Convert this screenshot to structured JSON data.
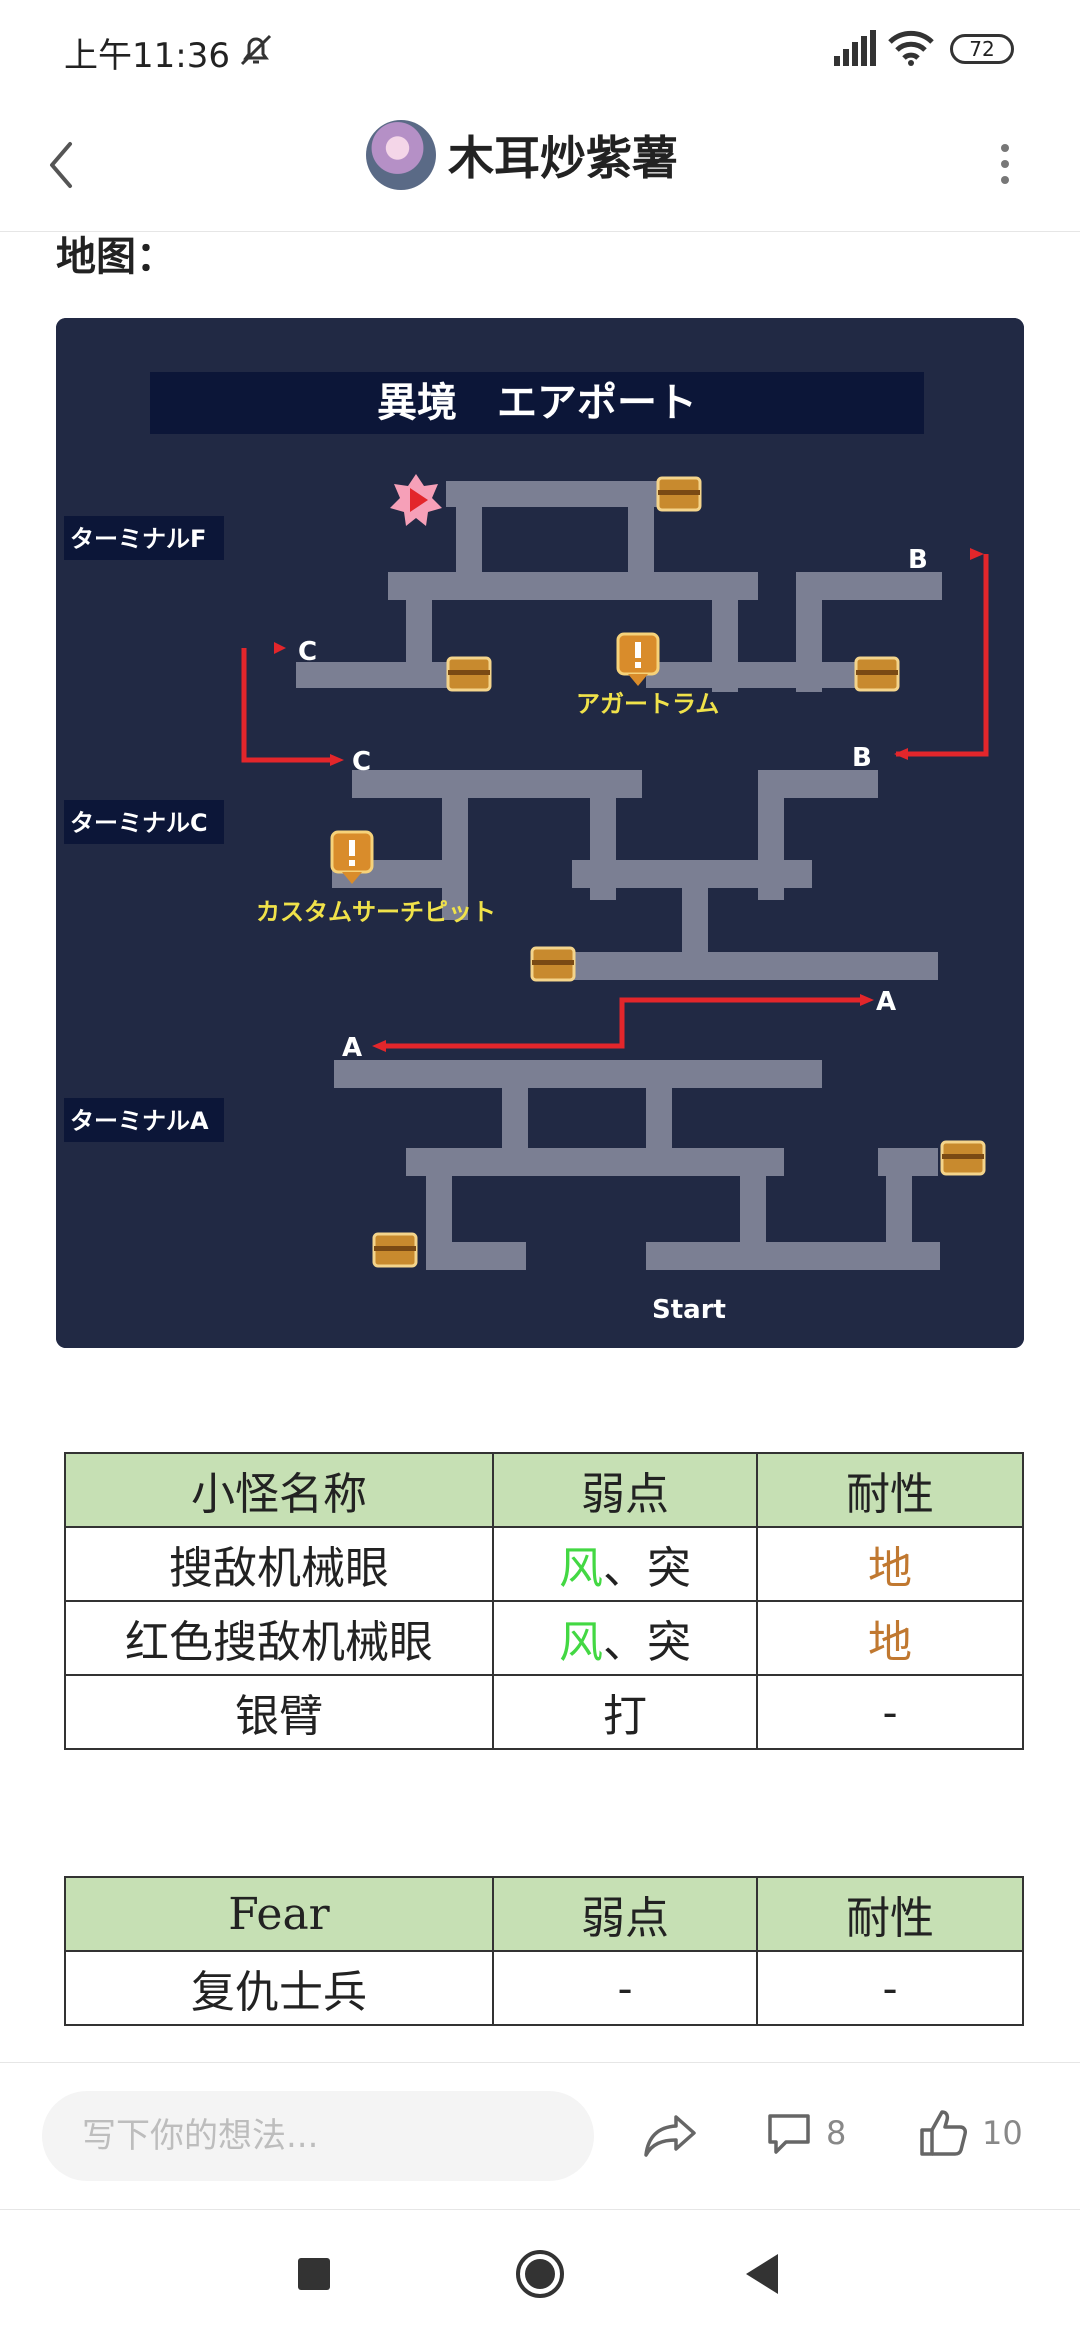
{
  "status_bar": {
    "time": "上午11:36",
    "battery": "72"
  },
  "header": {
    "nickname": "木耳炒紫薯"
  },
  "content": {
    "map_label": "地图：",
    "map": {
      "title": "異境　エアポート",
      "terminal_f": "ターミナルF",
      "terminal_c": "ターミナルC",
      "terminal_a": "ターミナルA",
      "poi_agartha": "アガートラム",
      "poi_custom": "カスタムサーチピット",
      "link_b_top": "B",
      "link_b_bottom": "B",
      "link_c_top": "C",
      "link_c_bottom": "C",
      "link_a_right": "A",
      "link_a_left": "A",
      "start": "Start"
    },
    "monster_table": {
      "headers": [
        "小怪名称",
        "弱点",
        "耐性"
      ],
      "rows": [
        {
          "name": "搜敌机械眼",
          "weak_wind": "风",
          "weak_rest": "、突",
          "resist": "地"
        },
        {
          "name": "红色搜敌机械眼",
          "weak_wind": "风",
          "weak_rest": "、突",
          "resist": "地"
        },
        {
          "name": "银臂",
          "weak": "打",
          "resist": "-"
        }
      ]
    },
    "fear_table": {
      "headers": [
        "Fear",
        "弱点",
        "耐性"
      ],
      "rows": [
        {
          "name": "复仇士兵",
          "weak": "-",
          "resist": "-"
        }
      ]
    }
  },
  "action_bar": {
    "placeholder": "写下你的想法...",
    "comment_count": "8",
    "like_count": "10"
  },
  "colors": {
    "weak_wind": "#43d843",
    "resist_earth": "#c07830",
    "table_header_bg": "#c6e0b4",
    "map_bg": "#212944"
  }
}
